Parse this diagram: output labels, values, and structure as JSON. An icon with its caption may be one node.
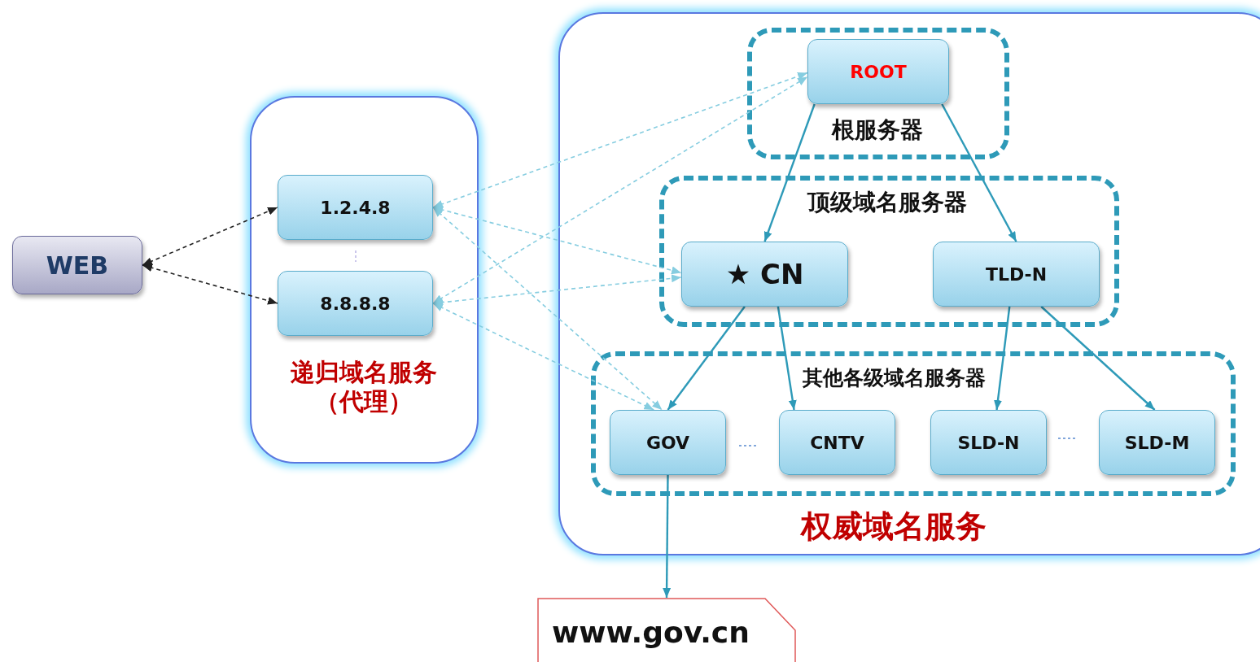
{
  "diagram": {
    "nodes": [
      {
        "text": [
          "WEB"
        ]
      },
      {
        "text": [
          "递归域名服务（代理）"
        ]
      },
      {
        "text": [
          "1.2.4.8"
        ],
        "in": 1
      },
      {
        "text": [
          "8.8.8.8"
        ],
        "in": 1
      },
      {
        "text": [
          "权威域名服务"
        ]
      },
      {
        "text": [
          "根服务器"
        ],
        "in": 4
      },
      {
        "text": [
          "ROOT"
        ],
        "in": 5
      },
      {
        "text": [
          "顶级域名服务器"
        ],
        "in": 4
      },
      {
        "text": [
          "★ CN"
        ],
        "in": 7
      },
      {
        "text": [
          "TLD-N"
        ],
        "in": 7
      },
      {
        "text": [
          "其他各级域名服务器"
        ],
        "in": 4
      },
      {
        "text": [
          "GOV"
        ],
        "in": 10
      },
      {
        "text": [
          "CNTV"
        ],
        "in": 10
      },
      {
        "text": [
          "SLD-N"
        ],
        "in": 10
      },
      {
        "text": [
          "SLD-M"
        ],
        "in": 10
      },
      {
        "text": [
          "www.gov.cn"
        ]
      }
    ],
    "edges": [
      {
        "from": 0,
        "to": 2,
        "arrow": "both",
        "style": "dashed",
        "color": "#222222"
      },
      {
        "from": 0,
        "to": 3,
        "arrow": "both",
        "style": "dashed",
        "color": "#222222"
      },
      {
        "from": 2,
        "to": 6,
        "arrow": "both",
        "style": "dashed",
        "color": "#86cde0"
      },
      {
        "from": 2,
        "to": 8,
        "arrow": "both",
        "style": "dashed",
        "color": "#86cde0"
      },
      {
        "from": 2,
        "to": 11,
        "arrow": "both",
        "style": "dashed",
        "color": "#86cde0"
      },
      {
        "from": 3,
        "to": 6,
        "arrow": "both",
        "style": "dashed",
        "color": "#86cde0"
      },
      {
        "from": 3,
        "to": 8,
        "arrow": "both",
        "style": "dashed",
        "color": "#86cde0"
      },
      {
        "from": 3,
        "to": 11,
        "arrow": "both",
        "style": "dashed",
        "color": "#86cde0"
      },
      {
        "from": 6,
        "to": 8,
        "arrow": "to"
      },
      {
        "from": 6,
        "to": 9,
        "arrow": "to"
      },
      {
        "from": 8,
        "to": 11,
        "arrow": "to"
      },
      {
        "from": 8,
        "to": 12,
        "arrow": "to"
      },
      {
        "from": 9,
        "to": 13,
        "arrow": "to"
      },
      {
        "from": 9,
        "to": 14,
        "arrow": "to"
      },
      {
        "from": 11,
        "to": 15,
        "arrow": "to"
      }
    ]
  }
}
